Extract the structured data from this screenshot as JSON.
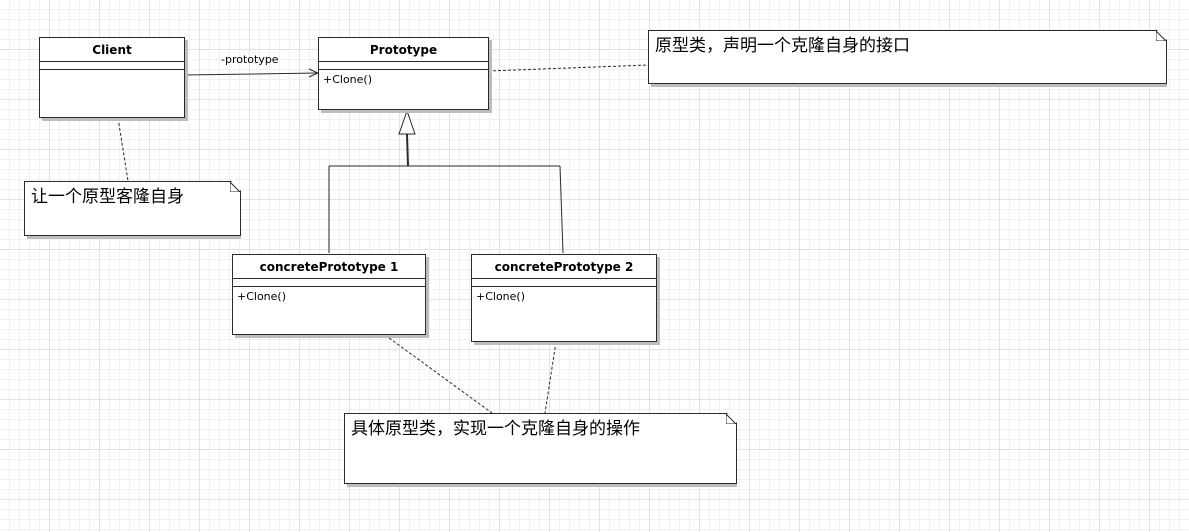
{
  "classes": {
    "client": {
      "name": "Client",
      "operations": []
    },
    "prototype": {
      "name": "Prototype",
      "operations": [
        "+Clone()"
      ]
    },
    "concrete1": {
      "name": "concretePrototype  1",
      "operations": [
        "+Clone()"
      ]
    },
    "concrete2": {
      "name": "concretePrototype  2",
      "operations": [
        "+Clone()"
      ]
    }
  },
  "associations": {
    "client_prototype": {
      "label": "-prototype"
    }
  },
  "notes": {
    "prototype_note": "原型类，声明一个克隆自身的接口",
    "client_note": "让一个原型客隆自身",
    "concrete_note": "具体原型类，实现一个克隆自身的操作"
  }
}
